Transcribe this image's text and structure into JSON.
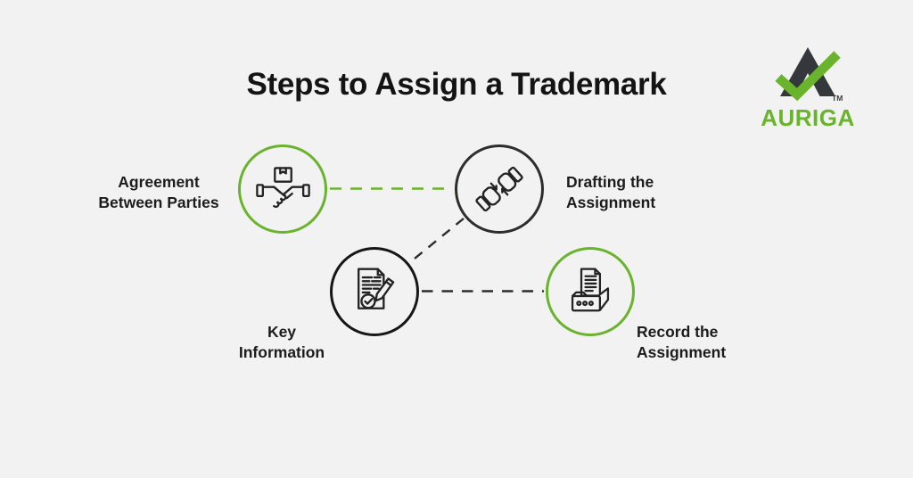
{
  "page": {
    "title": "Steps to Assign a Trademark",
    "background_color": "#f2f2f2"
  },
  "logo": {
    "brand": "AURIGA",
    "trademark_symbol": "TM",
    "icon": "auriga-a-checkmark-logo",
    "brand_color": "#6ab32d",
    "mark_color": "#34383c"
  },
  "steps": [
    {
      "label_line1": "Agreement",
      "label_line2": "Between Parties",
      "icon": "handshake-package-icon",
      "ring_color": "#6ab32d"
    },
    {
      "label_line1": "Drafting the",
      "label_line2": "Assignment",
      "icon": "hand-transfer-icon",
      "ring_color": "#2d2d2d"
    },
    {
      "label_line1": "Key",
      "label_line2": "Information",
      "icon": "document-check-pencil-icon",
      "ring_color": "#161616"
    },
    {
      "label_line1": "Record the",
      "label_line2": "Assignment",
      "icon": "archive-file-icon",
      "ring_color": "#6ab32d"
    }
  ],
  "connectors": [
    {
      "from": "Agreement Between Parties",
      "to": "Drafting the Assignment",
      "style": "dashed",
      "color": "#6ab32d"
    },
    {
      "from": "Drafting the Assignment",
      "to": "Key Information",
      "style": "dashed",
      "color": "#2d2d2d"
    },
    {
      "from": "Key Information",
      "to": "Record the Assignment",
      "style": "dashed",
      "color": "#2d2d2d"
    }
  ],
  "colors": {
    "background": "#f2f2f2",
    "accent_green": "#6ab32d",
    "dark": "#2d2d2d",
    "text": "#1c1c1c"
  }
}
